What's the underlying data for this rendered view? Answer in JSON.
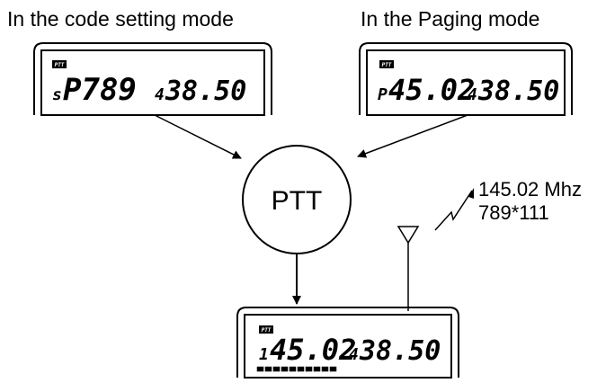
{
  "captions": {
    "code_mode": "In the code setting mode",
    "paging_mode": "In the Paging mode"
  },
  "displays": {
    "code": {
      "badge": "PTT",
      "prefix": "s",
      "main": "P789",
      "sub": "38.50",
      "sub_prefix": "4"
    },
    "paging": {
      "badge": "PTT",
      "prefix": "P",
      "main": "45.02",
      "sub": "38.50",
      "sub_prefix": "4"
    },
    "result": {
      "badge": "PTT",
      "prefix": "1",
      "main": "45.02",
      "sub": "38.50",
      "sub_prefix": "4",
      "signal_level": 1.0
    }
  },
  "ptt": {
    "label": "PTT"
  },
  "transmission": {
    "frequency": "145.02 Mhz",
    "code": "789*111"
  },
  "colors": {
    "stroke": "#000000",
    "background": "#ffffff"
  }
}
